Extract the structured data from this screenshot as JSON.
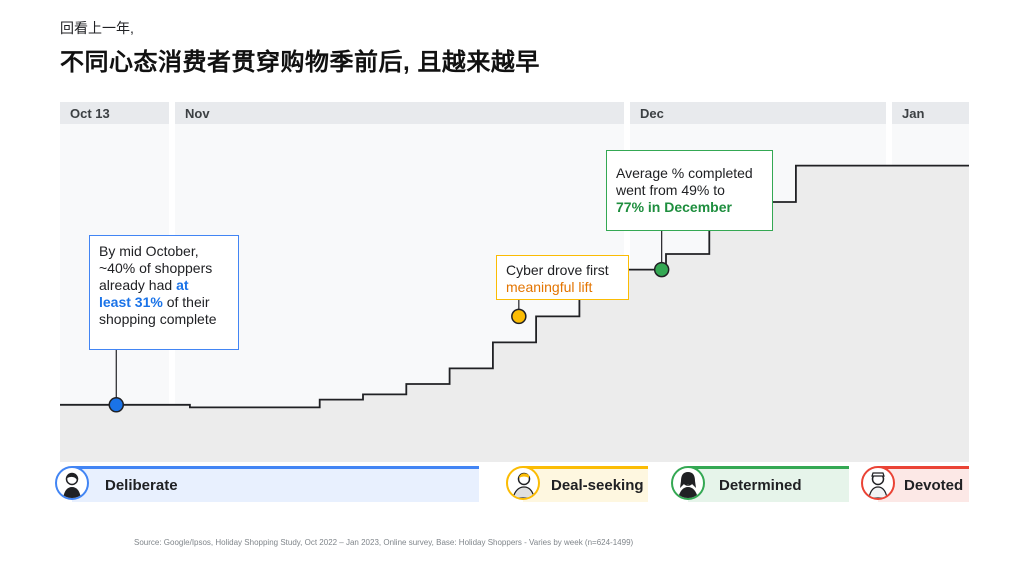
{
  "header": {
    "subtitle": "回看上一年,",
    "title": "不同心态消费者贯穿购物季前后, 且越来越早"
  },
  "chart_data": {
    "type": "line",
    "step": true,
    "x_type": "week",
    "x_range": [
      "Oct 13",
      "Jan"
    ],
    "months": [
      "Oct 13",
      "Nov",
      "Dec",
      "Jan"
    ],
    "series": [
      {
        "values": [
          31,
          31,
          31,
          30.5,
          30.5,
          30.5,
          32,
          33,
          35,
          38,
          43,
          48,
          53,
          57,
          60,
          65,
          70,
          77,
          77,
          77,
          77,
          77
        ]
      }
    ],
    "milestones": [
      {
        "index": 1.3,
        "value": 31,
        "color": "#1a73e8"
      },
      {
        "index": 10.6,
        "value": 48,
        "color": "#fbbc04"
      },
      {
        "index": 13.9,
        "value": 57,
        "color": "#34a853"
      }
    ],
    "ylim": [
      20,
      85
    ],
    "grid": false
  },
  "callouts": {
    "oct": {
      "line1": "By mid October,",
      "line2": "~40% of shoppers",
      "line3a": "already had ",
      "line3b": "at",
      "line4a": "least 31%",
      "line4b": " of their",
      "line5": "shopping complete"
    },
    "cyber": {
      "line1": "Cyber drove first",
      "line2": "meaningful lift"
    },
    "dec": {
      "line1": "Average % completed",
      "line2": "went from 49% to",
      "line3": "77% in December"
    }
  },
  "segments": [
    {
      "label": "Deliberate",
      "color": "#4285f4",
      "bg": "#e8f0fe"
    },
    {
      "label": "Deal-seeking",
      "color": "#fbbc04",
      "bg": "#fef7e0"
    },
    {
      "label": "Determined",
      "color": "#34a853",
      "bg": "#e6f4ea"
    },
    {
      "label": "Devoted",
      "color": "#ea4335",
      "bg": "#fce8e6"
    }
  ],
  "icons": {
    "deliberate": "person-avatar-icon",
    "deal_seeking": "person-avatar-icon",
    "determined": "person-avatar-icon",
    "devoted": "person-avatar-icon"
  },
  "source": "Source:  Google/Ipsos, Holiday Shopping Study, Oct 2022 – Jan 2023, Online survey, Base: Holiday Shoppers - Varies by week (n=624-1499)"
}
